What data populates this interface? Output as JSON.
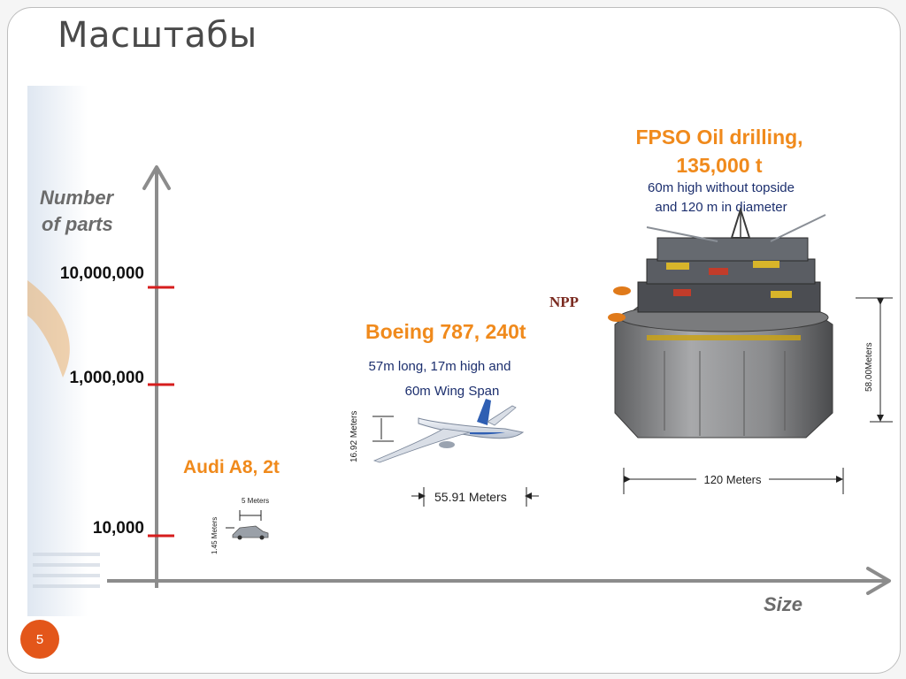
{
  "slide": {
    "title": "Масштабы",
    "page_number": "5"
  },
  "axes": {
    "y_label_line1": "Number",
    "y_label_line2": "of parts",
    "x_label": "Size",
    "ticks": [
      "10,000,000",
      "1,000,000",
      "10,000"
    ]
  },
  "items": {
    "audi": {
      "title": "Audi A8, 2t",
      "dim_length": "5 Meters",
      "dim_height": "1.45 Meters"
    },
    "boeing": {
      "title": "Boeing 787, 240t",
      "desc_line1": "57m long, 17m high and",
      "desc_line2": "60m Wing Span",
      "dim_height": "16.92 Meters",
      "dim_length": "55.91 Meters"
    },
    "npp": {
      "label": "NPP"
    },
    "fpso": {
      "title_line1": "FPSO Oil drilling,",
      "title_line2": "135,000 t",
      "desc_line1": "60m high without topside",
      "desc_line2": "and 120 m in diameter",
      "dim_height": "58.00Meters",
      "dim_width": "120 Meters"
    }
  },
  "colors": {
    "accent_orange": "#f08a1c",
    "tick_red": "#d61d1d",
    "navy_text": "#1c2f6e",
    "axis_gray": "#8c8c8c",
    "badge": "#e3561a"
  }
}
